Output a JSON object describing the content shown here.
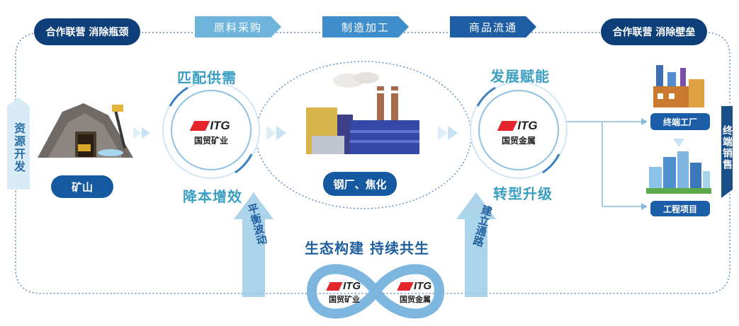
{
  "top": {
    "left_badge": "合作联营 消除瓶颈",
    "right_badge": "合作联营 消除壁垒",
    "stages": [
      "原料采购",
      "制造加工",
      "商品流通"
    ]
  },
  "left_side_label": "资源开发",
  "right_side_label": "终端销售",
  "mine": {
    "label": "矿山",
    "icon": "mine-icon"
  },
  "left_circle": {
    "top_label": "匹配供需",
    "bottom_label": "降本增效",
    "logo_text": "ITG",
    "logo_name": "国贸矿业"
  },
  "center": {
    "label": "钢厂、焦化",
    "icon": "factory-icon"
  },
  "right_circle": {
    "top_label": "发展赋能",
    "bottom_label": "转型升级",
    "logo_text": "ITG",
    "logo_name": "国贸金属"
  },
  "outputs": [
    {
      "label": "终端工厂",
      "icon": "factory-icon"
    },
    {
      "label": "工程项目",
      "icon": "city-buildings-icon"
    }
  ],
  "bottom": {
    "title": "生态构建 持续共生",
    "left_arrow": "平衡波动",
    "right_arrow": "建立通路",
    "logo_left_name": "国贸矿业",
    "logo_right_name": "国贸金属",
    "logo_text": "ITG"
  },
  "colors": {
    "navy": "#0f3f78",
    "blue": "#1559a0",
    "teal": "#3a9fc1",
    "light": "#b9dcef",
    "red": "#e4262c"
  }
}
